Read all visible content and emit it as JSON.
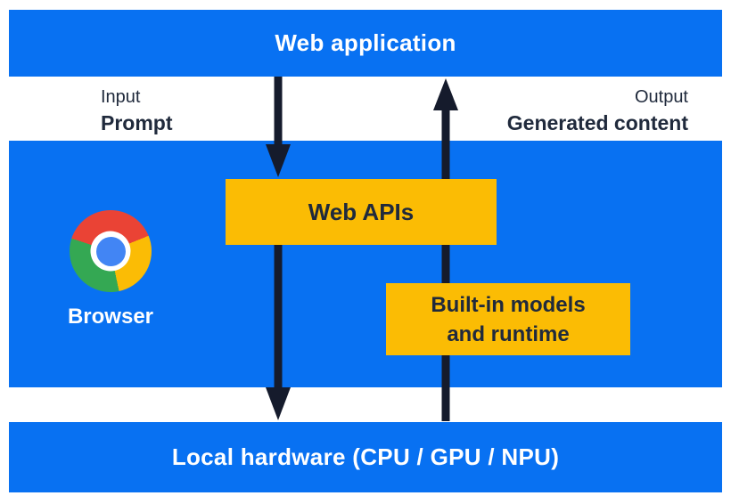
{
  "diagram": {
    "top_bar": {
      "label": "Web application"
    },
    "flow": {
      "input_title": "Input",
      "input_value": "Prompt",
      "output_title": "Output",
      "output_value": "Generated content"
    },
    "browser_panel": {
      "browser_label": "Browser",
      "web_apis": {
        "label": "Web APIs"
      },
      "builtin_models": {
        "label_line1": "Built-in models",
        "label_line2": "and runtime"
      }
    },
    "bottom_bar": {
      "label": "Local hardware (CPU / GPU / NPU)"
    },
    "icons": {
      "browser_logo": "chrome-logo"
    },
    "colors": {
      "panel_blue": "#0871f2",
      "box_yellow": "#fbbc04",
      "arrow_dark": "#151b2c",
      "text_dark": "#202a3c",
      "text_light": "#ffffff",
      "chrome_red": "#ea4335",
      "chrome_yellow": "#fbbc05",
      "chrome_green": "#34a853",
      "chrome_blue": "#4285f4"
    }
  }
}
